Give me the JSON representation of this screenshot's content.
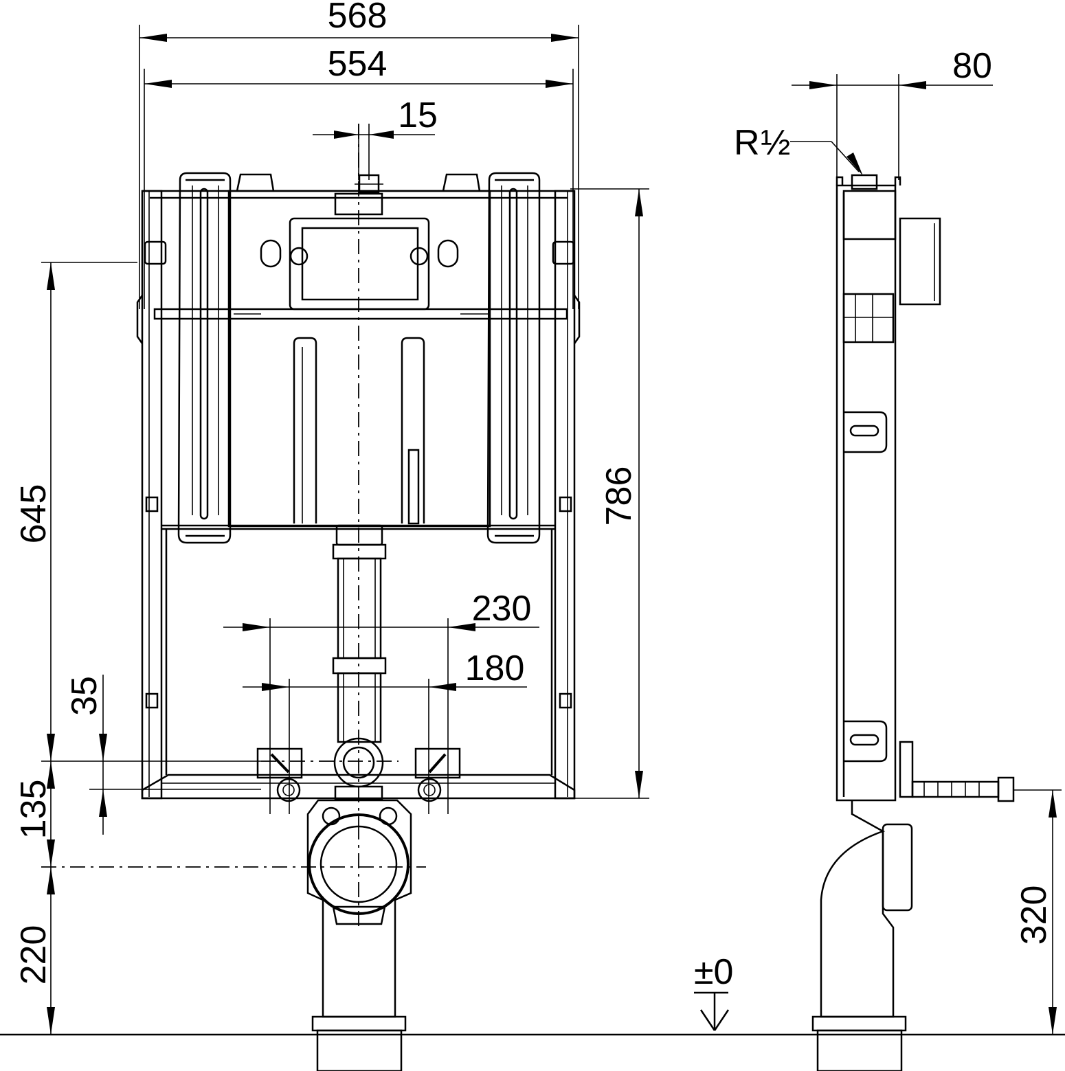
{
  "dimensions": {
    "d568": "568",
    "d554": "554",
    "d15": "15",
    "d80": "80",
    "d786": "786",
    "d645": "645",
    "d230": "230",
    "d180": "180",
    "d35": "35",
    "d135": "135",
    "d220": "220",
    "d320": "320",
    "level": "±0",
    "thread": "R",
    "thread_fraction": "½"
  }
}
